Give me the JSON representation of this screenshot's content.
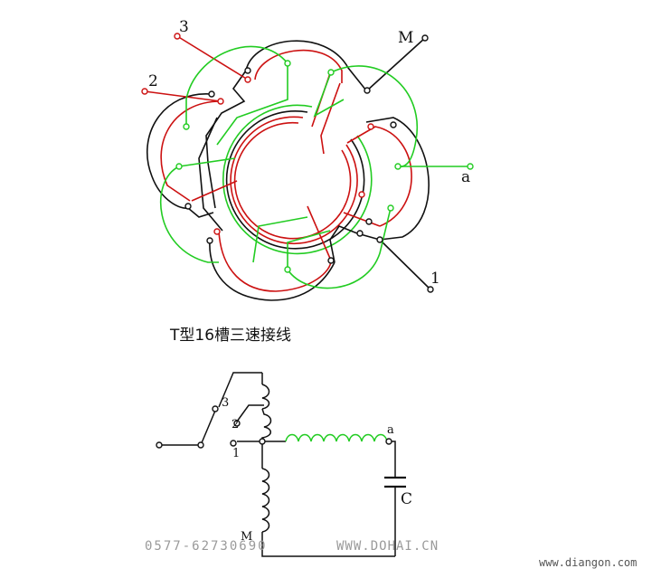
{
  "caption": "T型16槽三速接线",
  "top_diagram": {
    "terminals": {
      "t3": "3",
      "t2": "2",
      "tM": "M",
      "ta": "a",
      "t1": "1"
    }
  },
  "schematic": {
    "labels": {
      "s3": "3",
      "s2": "2",
      "s1": "1",
      "sa": "a",
      "sC": "C",
      "sM": "M"
    }
  },
  "watermarks": {
    "phone": "0577-62730690",
    "site1": "WWW.DOHAI.CN",
    "site2": "www.diangon.com"
  },
  "colors": {
    "red": "#cc1111",
    "green": "#22cc22",
    "black": "#111111"
  }
}
